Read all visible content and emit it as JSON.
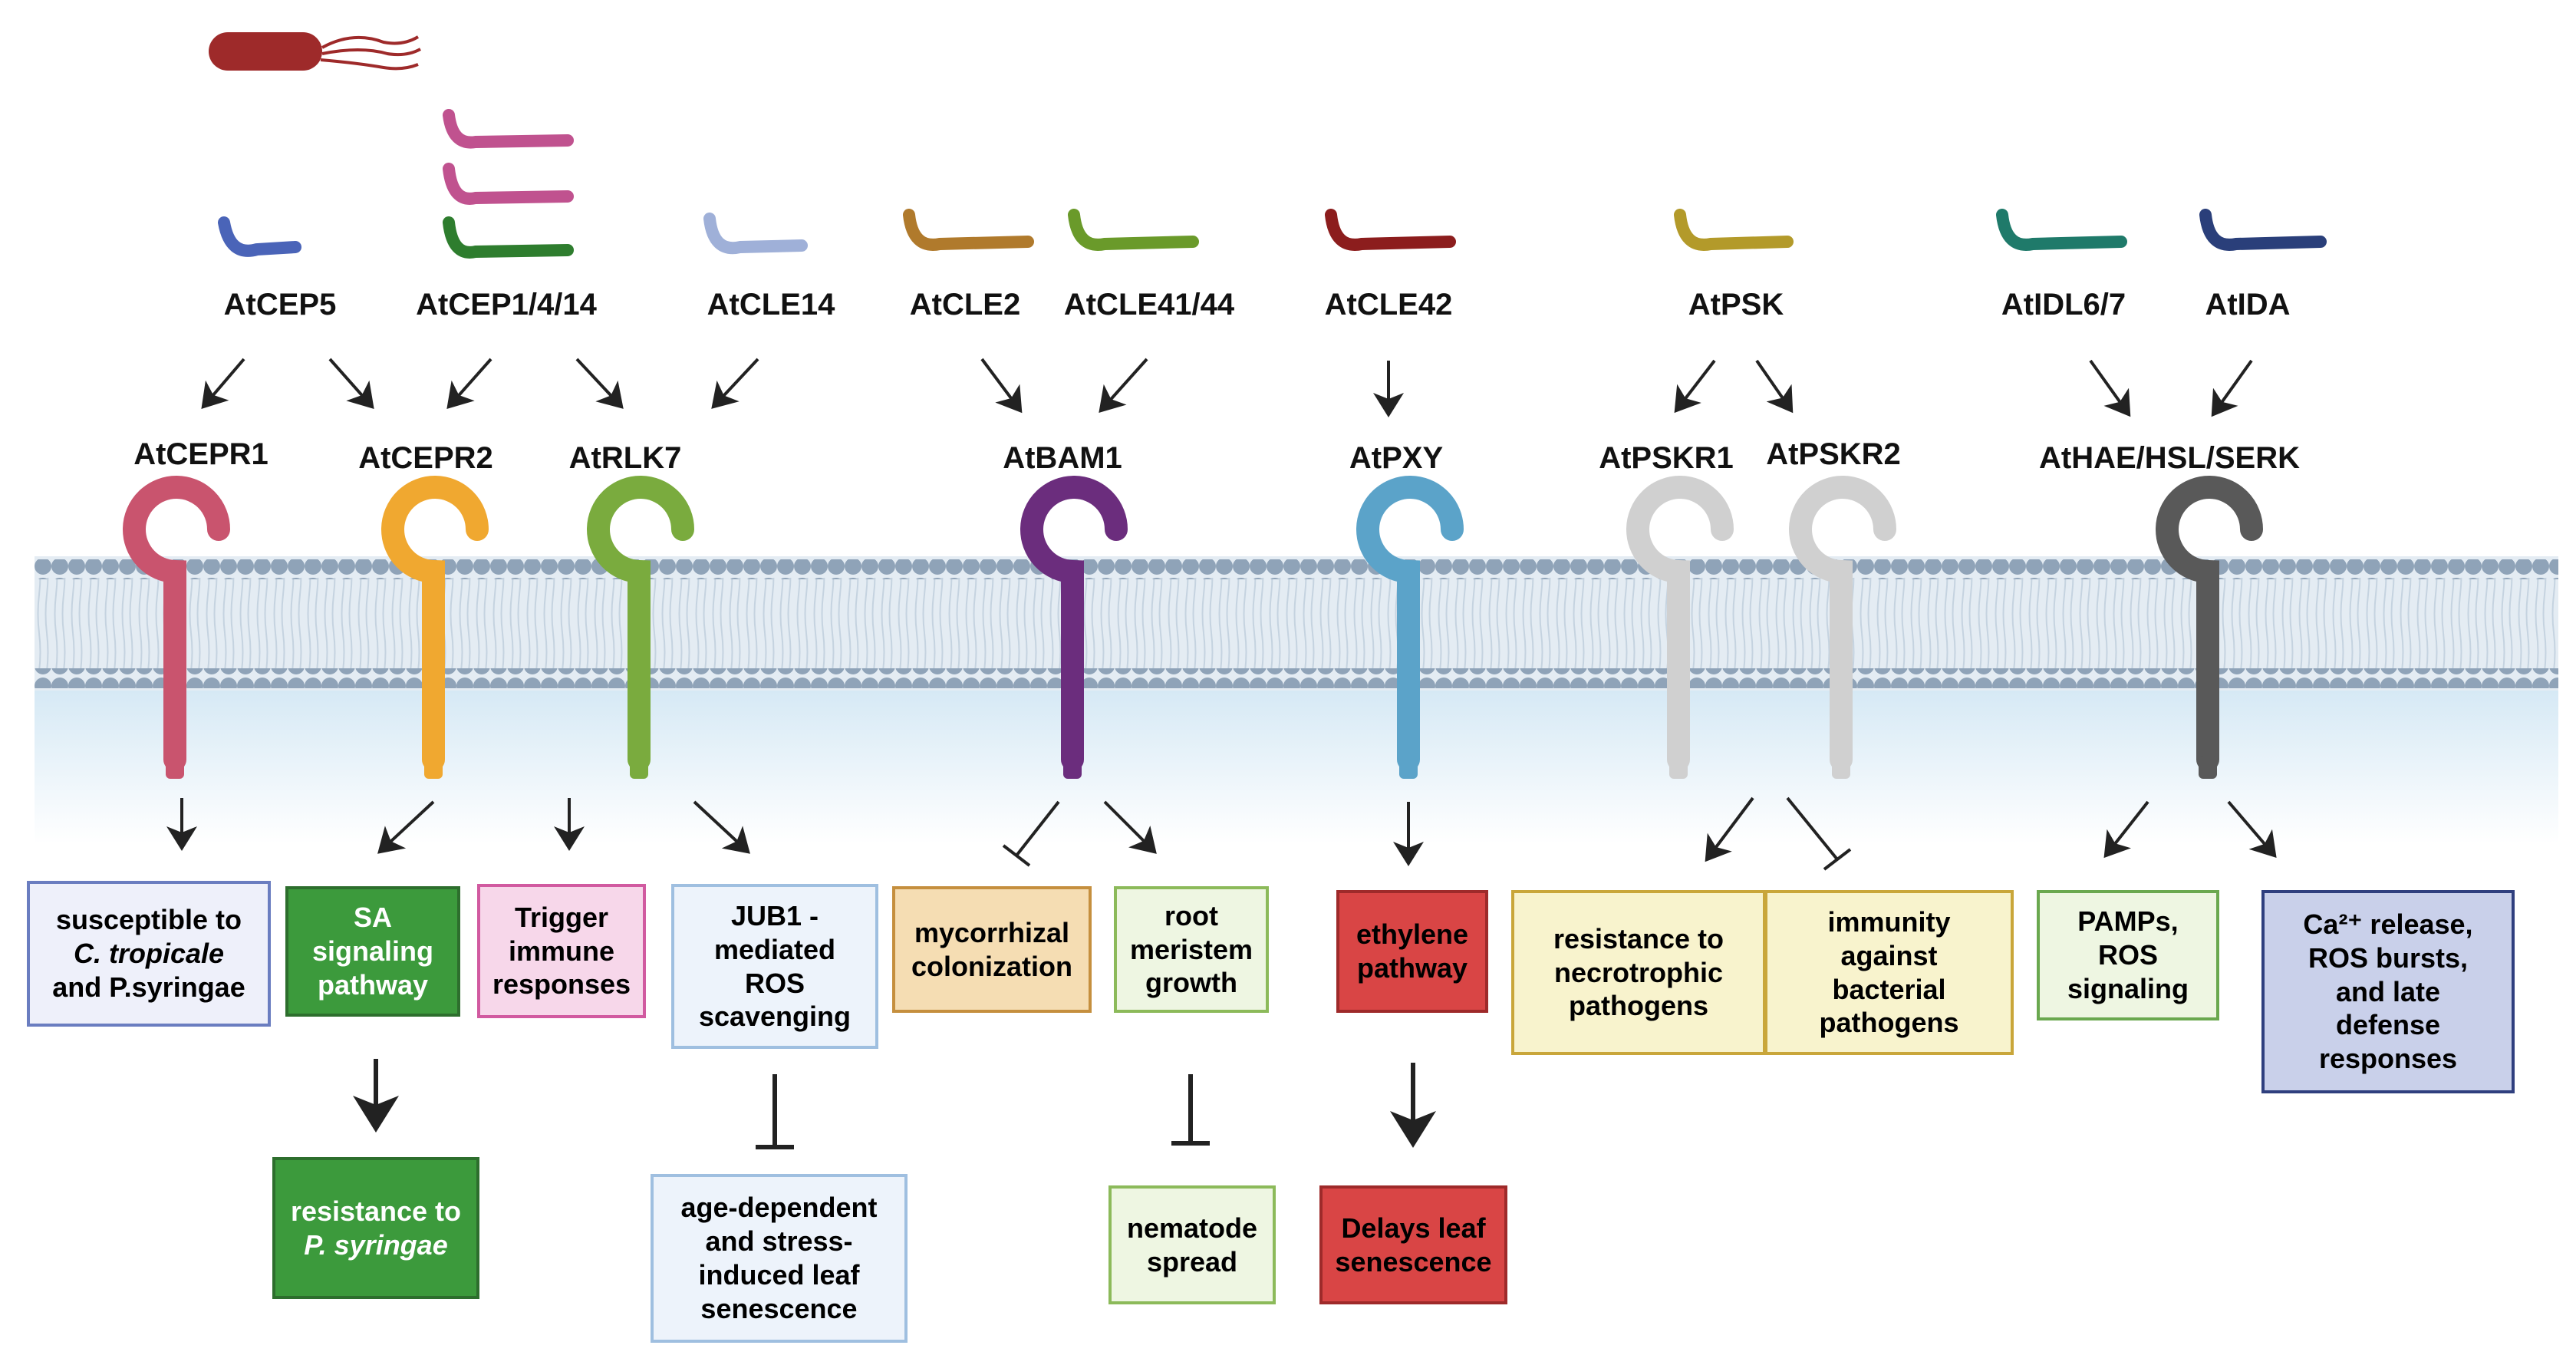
{
  "peptides": {
    "cep5": "AtCEP5",
    "cep1_4_14": "AtCEP1/4/14",
    "cle14": "AtCLE14",
    "cle2": "AtCLE2",
    "cle41_44": "AtCLE41/44",
    "cle42": "AtCLE42",
    "psk": "AtPSK",
    "idl6_7": "AtIDL6/7",
    "ida": "AtIDA"
  },
  "receptors": {
    "cepr1": "AtCEPR1",
    "cepr2": "AtCEPR2",
    "rlk7": "AtRLK7",
    "bam1": "AtBAM1",
    "pxy": "AtPXY",
    "pskr1": "AtPSKR1",
    "pskr2": "AtPSKR2",
    "hae": "AtHAE/HSL/SERK"
  },
  "outcomes": {
    "susceptible": [
      "susceptible to",
      "C. tropicale",
      "and P.syringae"
    ],
    "sa": [
      "SA",
      "signaling",
      "pathway"
    ],
    "trigger": [
      "Trigger",
      "immune",
      "responses"
    ],
    "jub1": [
      "JUB1 -",
      "mediated",
      "ROS",
      "scavenging"
    ],
    "myco": [
      "mycorrhizal",
      "colonization"
    ],
    "root": [
      "root",
      "meristem",
      "growth"
    ],
    "ethylene": [
      "ethylene",
      "pathway"
    ],
    "necro": [
      "resistance to",
      "necrotrophic",
      "pathogens"
    ],
    "immunity": [
      "immunity",
      "against",
      "bacterial",
      "pathogens"
    ],
    "pamps": [
      "PAMPs,",
      "ROS",
      "signaling"
    ],
    "ca": [
      "Ca²⁺ release,",
      "ROS bursts,",
      "and late",
      "defense",
      "responses"
    ],
    "resist_ps": [
      "resistance to",
      "P. syringae"
    ],
    "senescence": [
      "age-dependent",
      "and stress-",
      "induced leaf",
      "senescence"
    ],
    "nematode": [
      "nematode",
      "spread"
    ],
    "delays": [
      "Delays leaf",
      "senescence"
    ]
  },
  "colors": {
    "cepr1": "#c9546e",
    "cepr2": "#f0a830",
    "rlk7": "#7aab3e",
    "bam1": "#6b2d7d",
    "pxy": "#5ba3c9",
    "pskr": "#d0d0d0",
    "hae": "#595959",
    "bacterium": "#9e2a2a",
    "cep5": "#4a64b8",
    "cep_pink": "#c0528f",
    "cep_green": "#2e7d2e",
    "cle14": "#9fb0d8",
    "cle2": "#b07a2c",
    "cle41": "#6a9a2a",
    "cle42": "#8c1d1d",
    "psk": "#b39a2a",
    "idl": "#1f7a6a",
    "ida": "#2a3f7a"
  }
}
